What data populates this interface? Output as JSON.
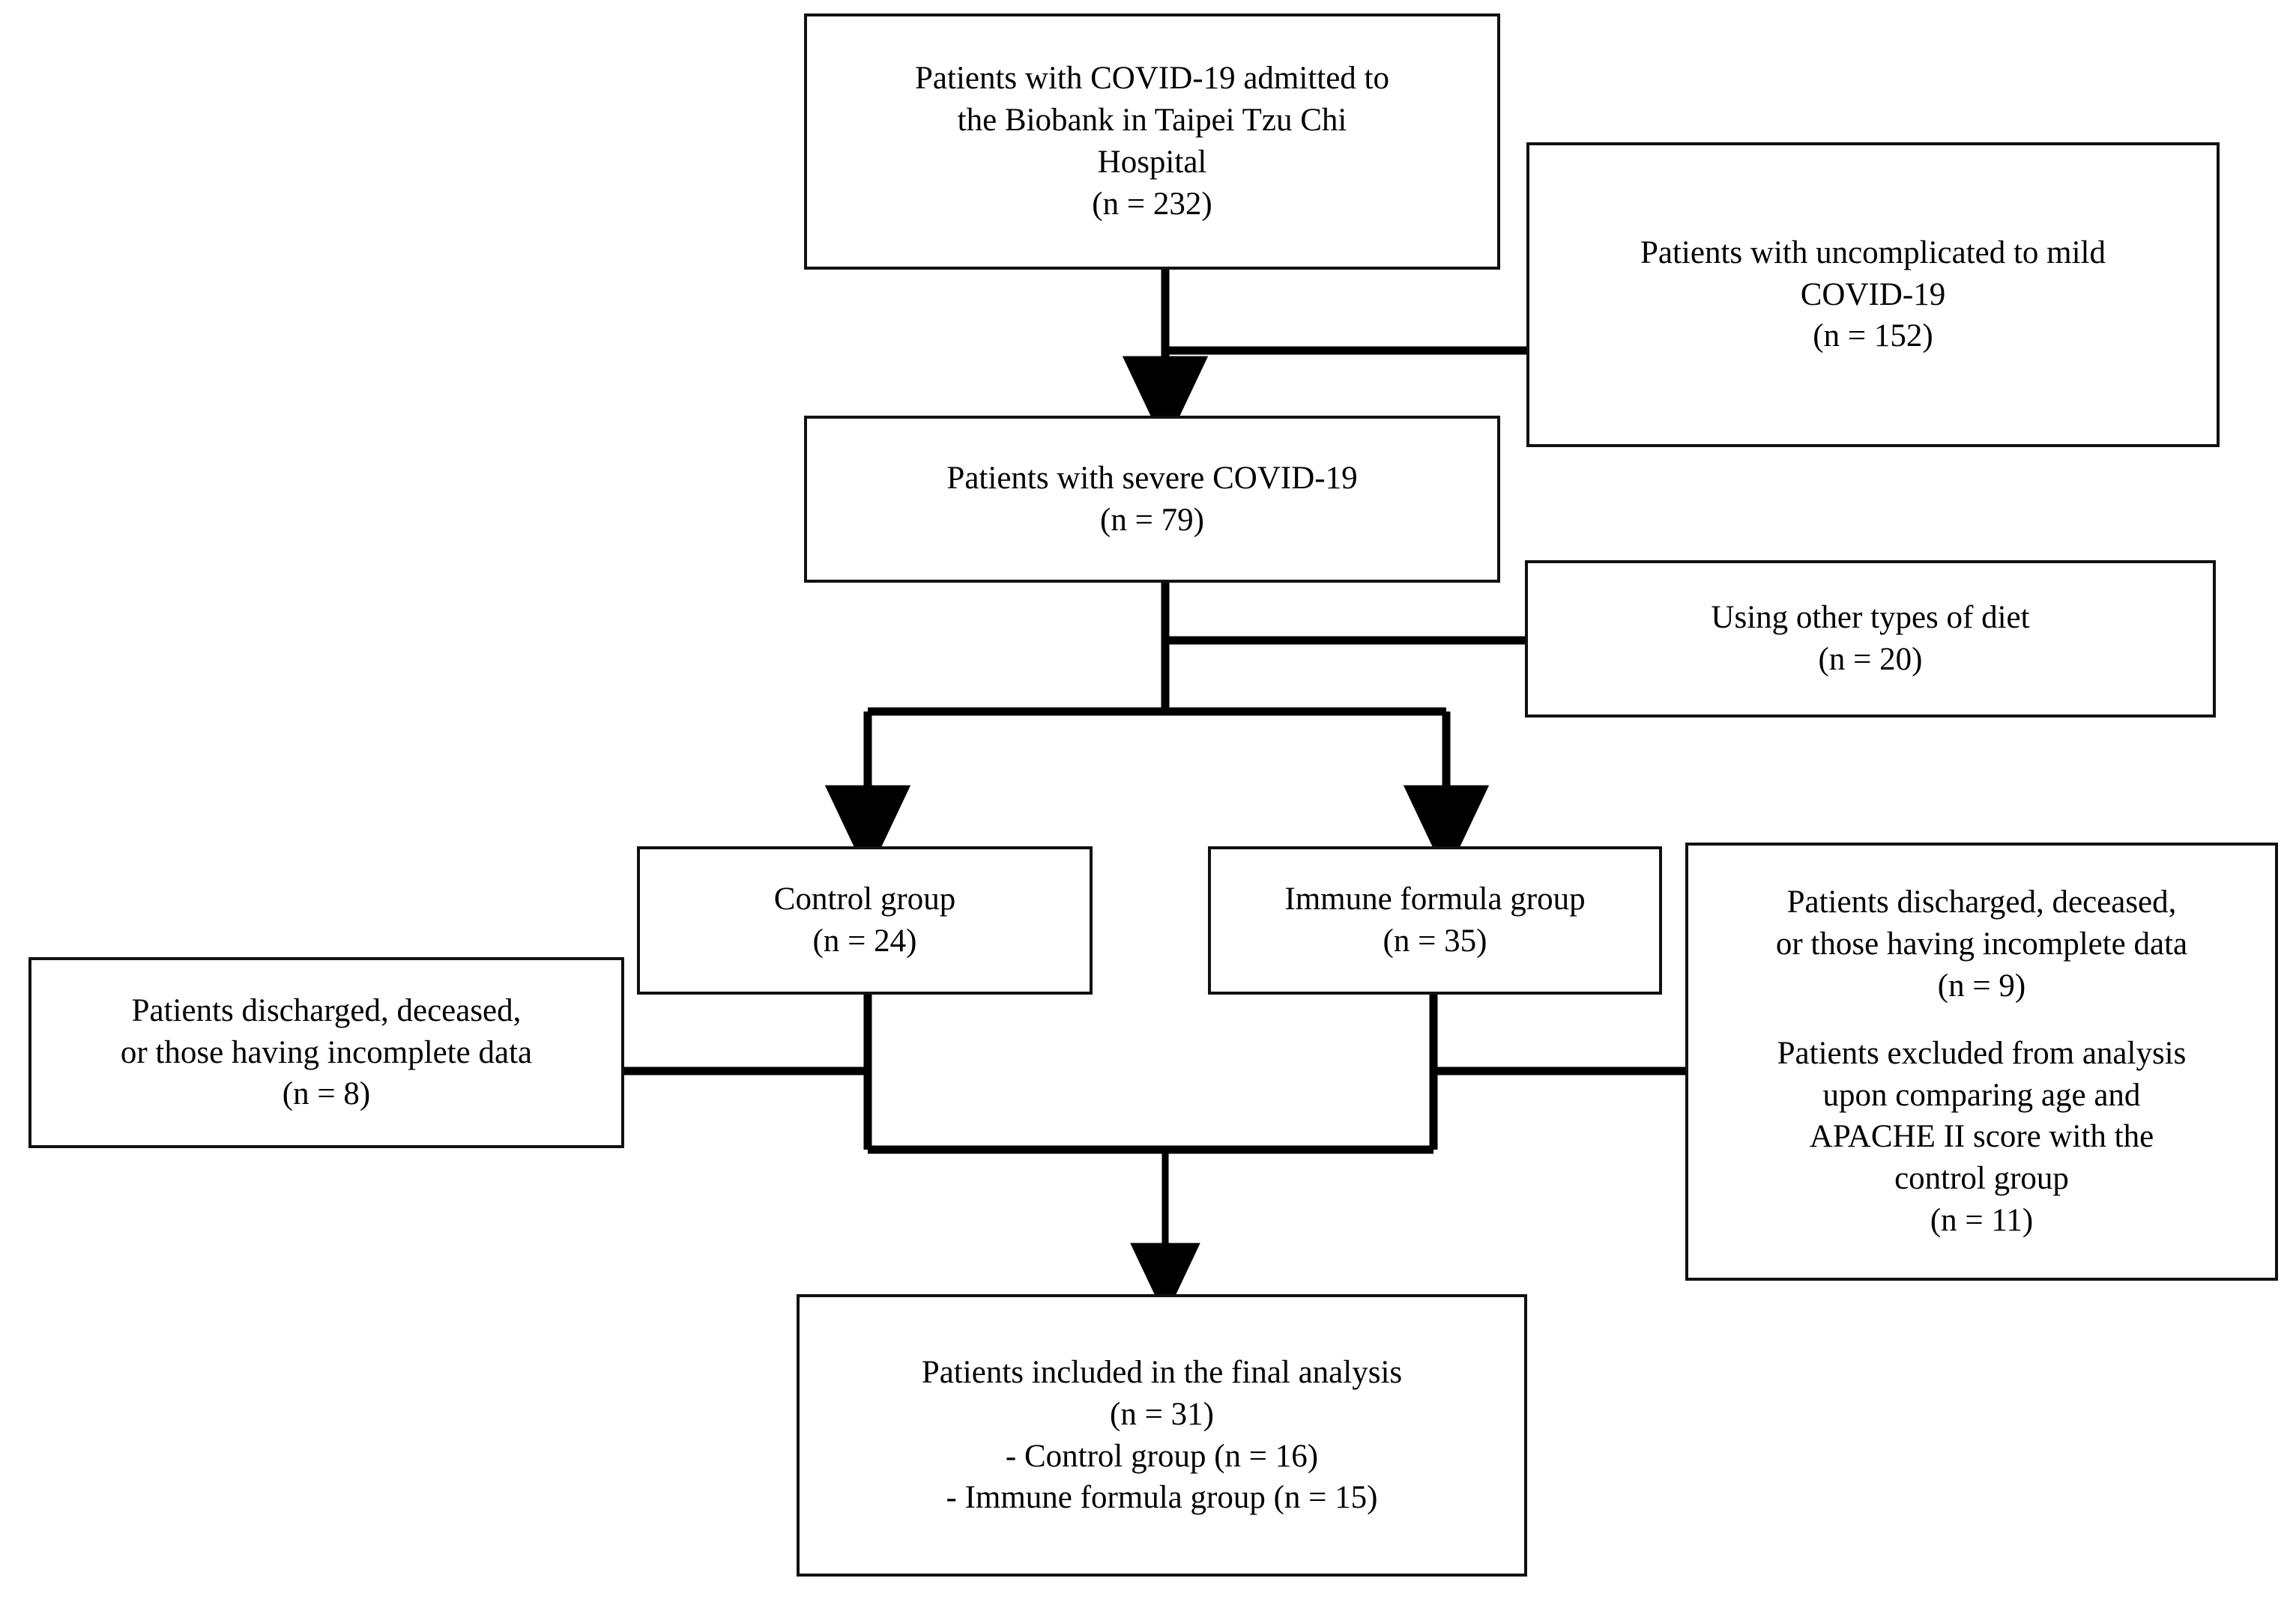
{
  "diagram": {
    "type": "flowchart",
    "title": "Patient enrollment flow diagram",
    "colors": {
      "box_border": "#111111",
      "connector": "#000000",
      "background": "#ffffff",
      "text": "#000000"
    }
  },
  "nodes": {
    "admitted": {
      "lines": [
        "Patients with COVID-19 admitted to",
        "the Biobank in Taipei Tzu Chi",
        "Hospital",
        "(n = 232)"
      ],
      "count": 232
    },
    "excluded_mild": {
      "lines": [
        "Patients with uncomplicated to mild",
        "COVID-19",
        "(n = 152)"
      ],
      "count": 152
    },
    "severe": {
      "lines": [
        "Patients with severe COVID-19",
        "(n = 79)"
      ],
      "count": 79
    },
    "excluded_diet": {
      "lines": [
        "Using other types of diet",
        "(n = 20)"
      ],
      "count": 20
    },
    "control_group": {
      "lines": [
        "Control group",
        "(n = 24)"
      ],
      "count": 24
    },
    "immune_group": {
      "lines": [
        "Immune formula group",
        "(n = 35)"
      ],
      "count": 35
    },
    "excluded_left": {
      "lines": [
        "Patients discharged, deceased,",
        "or those having incomplete data",
        "(n = 8)"
      ],
      "count": 8
    },
    "excluded_right": {
      "lines_first": [
        "Patients discharged, deceased,",
        "or those having incomplete data",
        "(n = 9)"
      ],
      "lines_second": [
        "Patients excluded from analysis",
        "upon comparing age and",
        "APACHE II score with the",
        "control group",
        "(n = 11)"
      ],
      "count_first": 9,
      "count_second": 11
    },
    "final": {
      "lines": [
        "Patients included in the final analysis",
        "(n = 31)",
        "- Control group (n = 16)",
        "- Immune formula group (n = 15)"
      ],
      "count": 31,
      "control_count": 16,
      "immune_count": 15
    }
  }
}
